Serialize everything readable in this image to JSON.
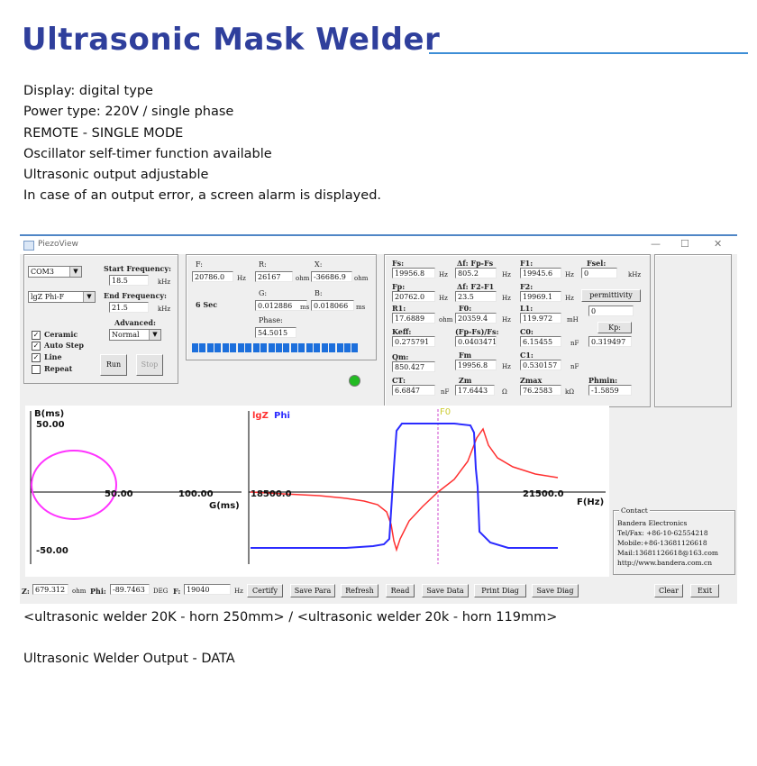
{
  "page": {
    "title": "Ultrasonic Mask Welder",
    "features": [
      "Display: digital type",
      "Power type: 220V / single phase",
      "REMOTE - SINGLE MODE",
      "Oscillator self-timer function available",
      "Ultrasonic output adjustable",
      "In case of an output error, a screen alarm is displayed."
    ],
    "caption_horns": "<ultrasonic welder 20K - horn 250mm> / <ultrasonic welder 20k - horn 119mm>",
    "caption_data": "Ultrasonic Welder Output - DATA"
  },
  "window": {
    "title": "PiezoView",
    "controls": {
      "minimize": "—",
      "maximize": "☐",
      "close": "✕"
    }
  },
  "settings": {
    "port": "COM3",
    "mode": "lgZ Phi-F",
    "start_freq_label": "Start Frequency:",
    "start_freq": "18.5",
    "end_freq_label": "End Frequency:",
    "end_freq": "21.5",
    "freq_unit": "kHz",
    "advanced_label": "Advanced:",
    "advanced_value": "Normal",
    "checkboxes": [
      {
        "label": "Ceramic",
        "checked": true
      },
      {
        "label": "Auto Step",
        "checked": true
      },
      {
        "label": "Line",
        "checked": true
      },
      {
        "label": "Repeat",
        "checked": false
      }
    ],
    "run_button": "Run",
    "stop_button": "Stop"
  },
  "measure": {
    "f_label": "F:",
    "f_value": "20786.0",
    "f_unit": "Hz",
    "r_label": "R:",
    "r_value": "26167",
    "r_unit": "ohm",
    "x_label": "X:",
    "x_value": "-36686.9",
    "x_unit": "ohm",
    "time": "6 Sec",
    "g_label": "G:",
    "g_value": "0.012886",
    "g_unit": "ms",
    "b_label": "B:",
    "b_value": "0.018066",
    "b_unit": "ms",
    "phase_label": "Phase:",
    "phase_value": "54.5015",
    "progress": 1.0,
    "status_color": "#22bb22"
  },
  "results": {
    "fs_label": "Fs:",
    "fs": "19956.8",
    "dfpfs_label": "Δf: Fp-Fs",
    "dfpfs": "805.2",
    "f1_label": "F1:",
    "f1": "19945.6",
    "fsel_label": "Fsel:",
    "fsel": "0",
    "fp_label": "Fp:",
    "fp": "20762.0",
    "df2f1_label": "Δf: F2-F1",
    "df2f1": "23.5",
    "f2_label": "F2:",
    "f2": "19969.1",
    "permittivity_button": "permittivity",
    "permittivity_value": "0",
    "r1_label": "R1:",
    "r1": "17.6889",
    "f0_label": "F0:",
    "f0": "20359.4",
    "l1_label": "L1:",
    "l1": "119.972",
    "kp_button": "Kp:",
    "kp": "0.319497",
    "keff_label": "Keff:",
    "keff": "0.275791",
    "fpfsfs_label": "(Fp-Fs)/Fs:",
    "fpfsfs": "0.0403471",
    "c0_label": "C0:",
    "c0": "6.15455",
    "qm_label": "Qm:",
    "qm": "850.427",
    "fm_label": "Fm",
    "fm": "19956.8",
    "c1_label": "C1:",
    "c1": "0.530157",
    "ct_label": "CT:",
    "ct": "6.6847",
    "zm_label": "Zm",
    "zm": "17.6443",
    "zmax_label": "Zmax",
    "zmax": "76.2583",
    "phmin_label": "Phmin:",
    "phmin": "-1.5859",
    "units": {
      "hz": "Hz",
      "khz": "kHz",
      "ohm": "ohm",
      "nf": "nF",
      "mh": "mH",
      "omega": "Ω",
      "kohm": "kΩ"
    }
  },
  "admittance_plot": {
    "y_label": "B(ms)",
    "y_top": "50.00",
    "y_bottom": "-50.00",
    "x_tick1": "50.00",
    "x_tick2": "100.00",
    "x_label": "G(ms)",
    "circle_color": "#ff33ff"
  },
  "freq_plot": {
    "lgz_label": "lgZ",
    "phi_label": "Phi",
    "f0_marker": "F0",
    "x_start": "18500.0",
    "x_end": "21500.0",
    "x_label": "F(Hz)",
    "lgz_color": "#ff3030",
    "phi_color": "#2b2bff",
    "f0_color": "#cc44cc"
  },
  "contact": {
    "heading": "Contact",
    "lines": [
      "Bandera Electronics",
      "Tel/Fax: +86-10-62554218",
      "Mobile:+86-13681126618",
      "Mail:13681126618@163.com",
      "http://www.bandera.com.cn"
    ]
  },
  "statusbar": {
    "z_label": "Z:",
    "z_value": "679.312",
    "z_unit": "ohm",
    "phi_label": "Phi:",
    "phi_value": "-89.7463",
    "phi_unit": "DEG",
    "f_label": "F:",
    "f_value": "19040",
    "f_unit": "Hz",
    "buttons": [
      "Certify",
      "Save Para",
      "Refresh",
      "Read",
      "Save Data",
      "Print Diag",
      "Save Diag"
    ],
    "clear_button": "Clear",
    "exit_button": "Exit"
  }
}
